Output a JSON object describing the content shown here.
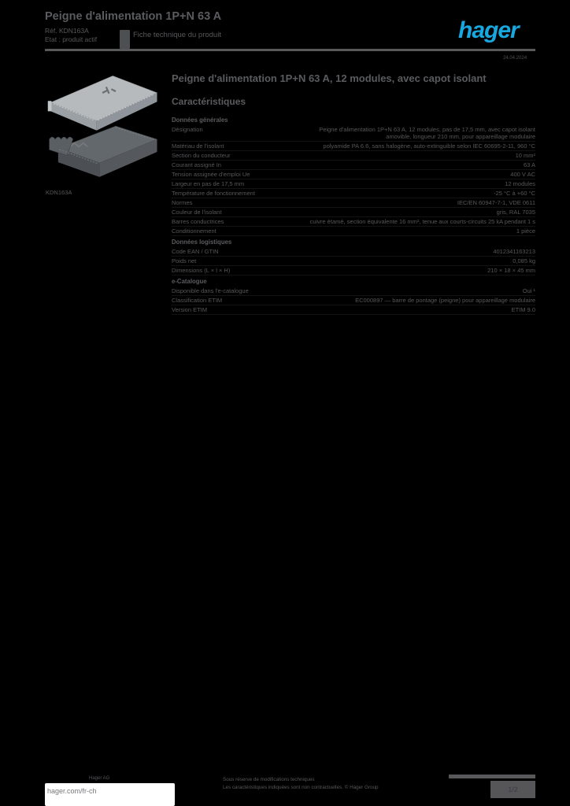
{
  "header": {
    "title_line1": "Peigne d'alimentation 1P+N 63 A",
    "subtitle_left_1": "Réf. KDN163A",
    "subtitle_left_2": "Etat : produit actif",
    "subtitle_right": "Fiche technique du produit",
    "date": "24.04.2024",
    "logo_text": "hager",
    "logo_color": "#18a8e0"
  },
  "product": {
    "image_caption": "KDN163A",
    "title": "Peigne d'alimentation 1P+N 63 A, 12 modules, avec capot isolant"
  },
  "characteristics": {
    "heading": "Caractéristiques",
    "groups": [
      {
        "label": "Données générales",
        "rows": [
          {
            "label": "Désignation",
            "value": "Peigne d'alimentation 1P+N 63 A, 12 modules, pas de 17,5 mm, avec capot isolant amovible, longueur 210 mm, pour appareillage modulaire"
          },
          {
            "label": "Matériau de l'isolant",
            "value": "polyamide PA 6.6, sans halogène, auto-extinguible selon IEC 60695-2-11, 960 °C"
          },
          {
            "label": "Section du conducteur",
            "value": "10 mm²"
          },
          {
            "label": "Courant assigné In",
            "value": "63 A"
          },
          {
            "label": "Tension assignée d'emploi Ue",
            "value": "400 V AC"
          },
          {
            "label": "Largeur en pas de 17,5 mm",
            "value": "12 modules"
          },
          {
            "label": "Température de fonctionnement",
            "value": "-25 °C à +60 °C"
          },
          {
            "label": "Normes",
            "value": "IEC/EN 60947-7-1, VDE 0611"
          },
          {
            "label": "Couleur de l'isolant",
            "value": "gris, RAL 7035"
          },
          {
            "label": "Barres conductrices",
            "value": "cuivre étamé, section équivalente 16 mm², tenue aux courts-circuits 25 kA pendant 1 s"
          },
          {
            "label": "Conditionnement",
            "value": "1 pièce"
          }
        ]
      },
      {
        "label": "Données logistiques",
        "rows": [
          {
            "label": "Code EAN / GTIN",
            "value": "4012341163213"
          },
          {
            "label": "Poids net",
            "value": "0,085 kg"
          },
          {
            "label": "Dimensions (L × l × H)",
            "value": "210 × 18 × 45 mm"
          }
        ]
      },
      {
        "label": "e-Catalogue",
        "rows": [
          {
            "label": "Disponible dans l'e-catalogue",
            "value": "Oui ¹"
          },
          {
            "label": "Classification ETIM",
            "value": "EC000897 — barre de pontage (peigne) pour appareillage modulaire"
          },
          {
            "label": "Version ETIM",
            "value": "ETIM 9.0"
          }
        ]
      }
    ]
  },
  "footer": {
    "company": "Hager AG",
    "url": "hager.com/fr-ch",
    "note_line1": "Sous réserve de modifications techniques",
    "note_line2": "Les caractéristiques indiquées sont non contractuelles. © Hager Group",
    "page": "1/2"
  }
}
